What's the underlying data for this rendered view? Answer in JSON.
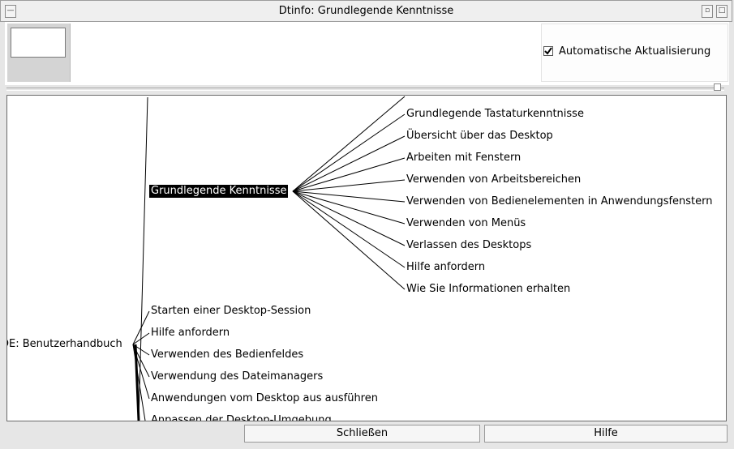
{
  "window": {
    "title": "Dtinfo: Grundlegende Kenntnisse",
    "menu_glyph": "—",
    "minimize_glyph": "▫",
    "maximize_glyph": "□"
  },
  "toolbar": {
    "auto_update_label": "Automatische Aktualisierung",
    "auto_update_checked": true
  },
  "tree": {
    "root_label": "DE: Benutzerhandbuch",
    "selected_label": "Grundlegende Kenntnisse",
    "level1": [
      "Starten einer Desktop-Session",
      "Hilfe anfordern",
      "Verwenden des Bedienfeldes",
      "Verwendung des Dateimanagers",
      "Anwendungen vom Desktop aus ausführen",
      "Anpassen der Desktop-Umgebung"
    ],
    "children": [
      "Grundlegende Tastaturkenntnisse",
      "Übersicht über das Desktop",
      "Arbeiten mit Fenstern",
      "Verwenden von Arbeitsbereichen",
      "Verwenden von Bedienelementen in Anwendungsfenstern",
      "Verwenden von Menüs",
      "Verlassen des Desktops",
      "Hilfe anfordern",
      "Wie Sie Informationen erhalten"
    ]
  },
  "buttons": {
    "close": "Schließen",
    "help": "Hilfe"
  },
  "colors": {
    "background": "#e6e6e6",
    "pane": "#ffffff",
    "selection": "#000000"
  }
}
